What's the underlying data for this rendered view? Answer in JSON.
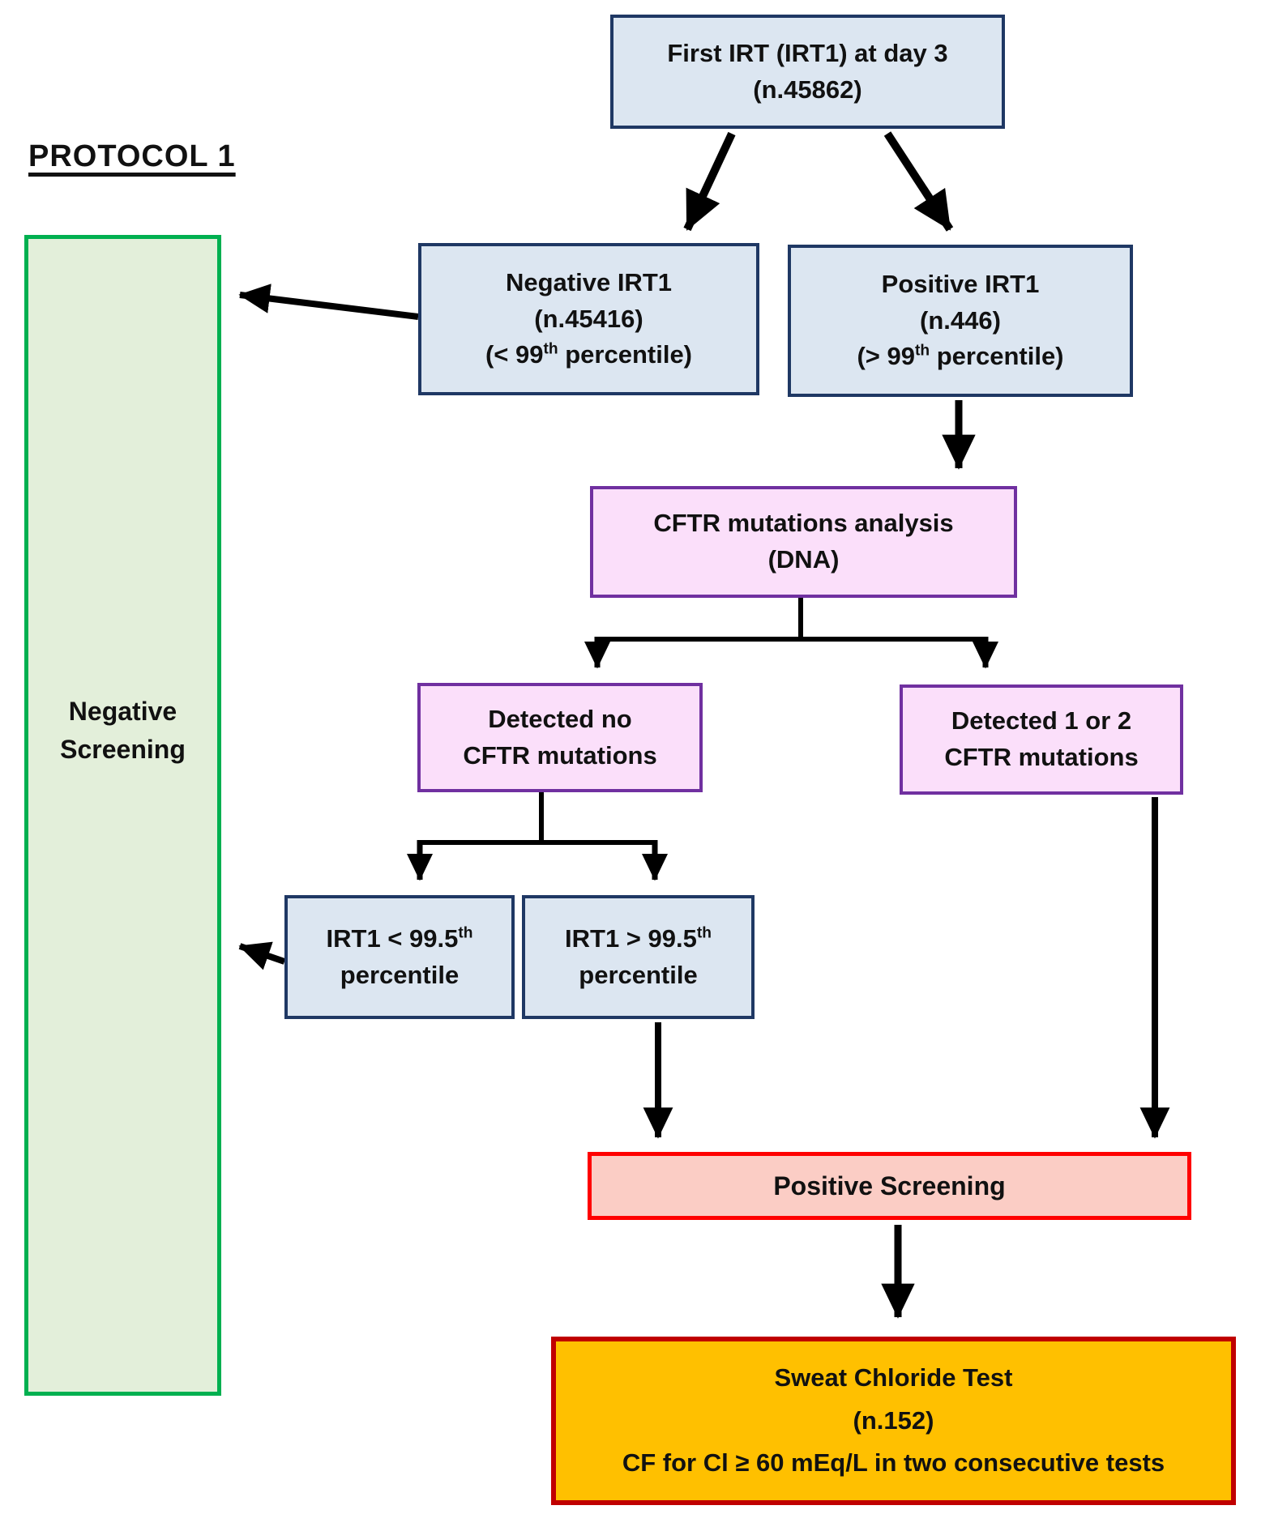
{
  "title": "PROTOCOL 1",
  "nodes": {
    "first_irt": {
      "line1": "First IRT (IRT1) at day 3",
      "line2": "(n.45862)"
    },
    "negative_screening": {
      "line1": "Negative",
      "line2": "Screening"
    },
    "negative_irt1": {
      "line1": "Negative IRT1",
      "line2": "(n.45416)",
      "line3_pre": "(< 99",
      "line3_sup": "th",
      "line3_post": " percentile)"
    },
    "positive_irt1": {
      "line1": "Positive IRT1",
      "line2": "(n.446)",
      "line3_pre": "(> 99",
      "line3_sup": "th",
      "line3_post": " percentile)"
    },
    "cftr_analysis": {
      "line1": "CFTR mutations analysis",
      "line2": "(DNA)"
    },
    "detected_no": {
      "line1": "Detected no",
      "line2": "CFTR mutations"
    },
    "detected_1_or_2": {
      "line1": "Detected 1 or 2",
      "line2": "CFTR mutations"
    },
    "irt1_below": {
      "line1_pre": "IRT1 < 99.5",
      "line1_sup": "th",
      "line2": "percentile"
    },
    "irt1_above": {
      "line1_pre": "IRT1 > 99.5",
      "line1_sup": "th",
      "line2": "percentile"
    },
    "positive_screening": {
      "label": "Positive Screening"
    },
    "sweat_test": {
      "line1": "Sweat Chloride Test",
      "line2": "(n.152)",
      "line3": "CF for Cl ≥ 60 mEq/L in two consecutive tests"
    }
  },
  "colors": {
    "blue_fill": "#dce6f1",
    "blue_border": "#1f3864",
    "pink_fill": "#fbdffa",
    "purple_border": "#7030a0",
    "green_fill": "#e3efda",
    "green_border": "#00b050",
    "salmon_fill": "#fbcdc5",
    "red_border": "#ff0000",
    "amber_fill": "#ffc000",
    "dark_red_border": "#c00000",
    "arrow": "#000000"
  }
}
